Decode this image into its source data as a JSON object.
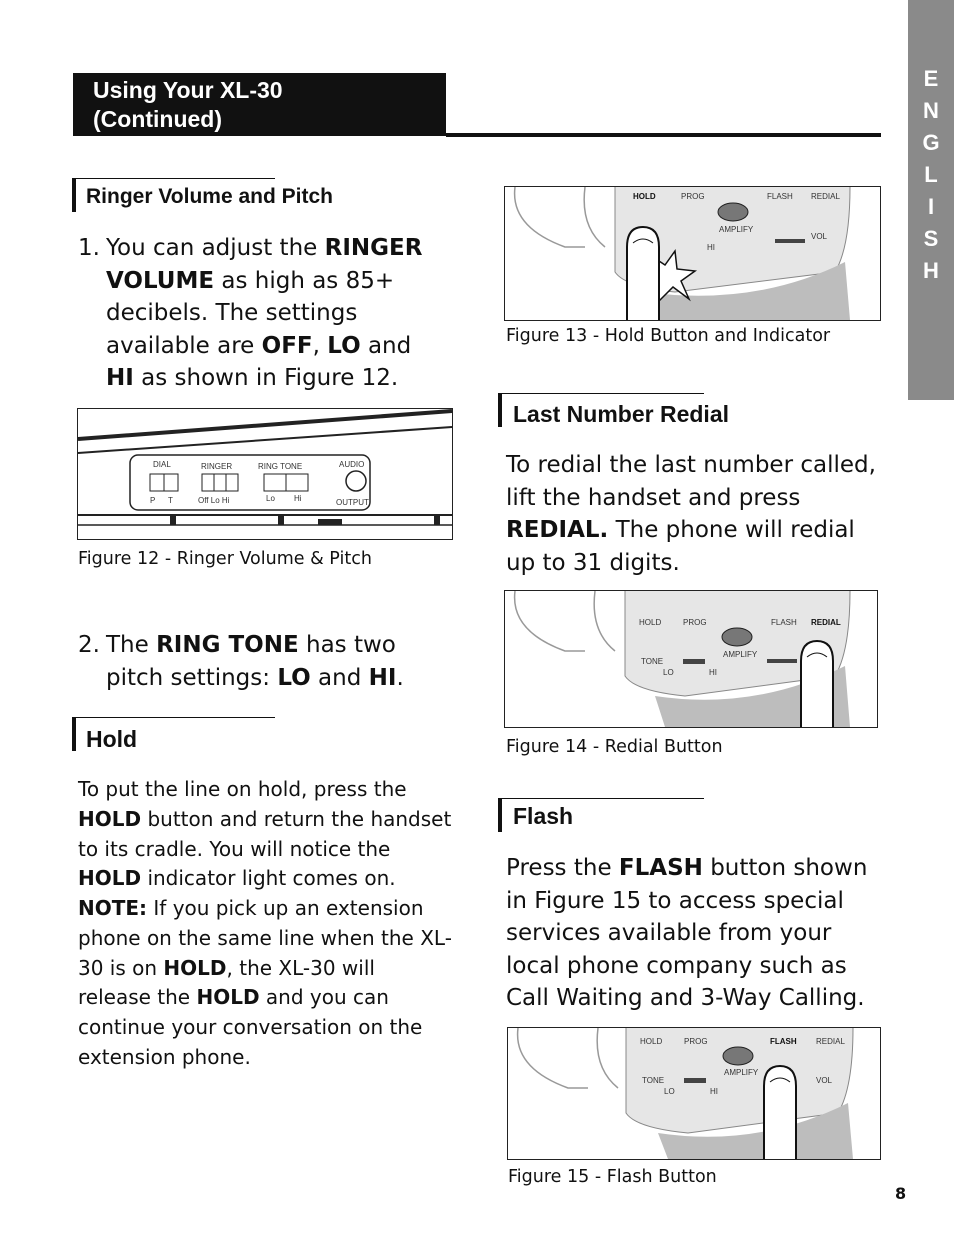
{
  "header": {
    "title_line1": "Using Your XL-30",
    "title_line2": "(Continued)"
  },
  "side_tab": {
    "letters": [
      "E",
      "N",
      "G",
      "L",
      "I",
      "S",
      "H"
    ]
  },
  "ringer_section": {
    "heading": "Ringer Volume and Pitch",
    "item1": {
      "number": "1.",
      "t1": "You can adjust the ",
      "b1": "RINGER VOLUME",
      "t2": " as high as 85+ decibels. The settings available are ",
      "b2": "OFF",
      "t3": ", ",
      "b3": "LO",
      "t4": " and ",
      "b4": "HI",
      "t5": " as shown in Figure 12."
    },
    "item2": {
      "number": "2.",
      "t1": "The ",
      "b1": "RING TONE",
      "t2": " has two pitch settings: ",
      "b2": "LO",
      "t3": " and ",
      "b3": "HI",
      "t4": "."
    }
  },
  "figure12": {
    "caption": "Figure 12 - Ringer Volume & Pitch",
    "labels": {
      "dial": "DIAL",
      "dial_p": "P",
      "dial_t": "T",
      "ringer": "RINGER",
      "ringer_opts": "Off Lo Hi",
      "ring_tone": "RING TONE",
      "rt_lo": "Lo",
      "rt_hi": "Hi",
      "audio": "AUDIO",
      "output": "OUTPUT"
    }
  },
  "hold_section": {
    "heading": "Hold",
    "p_t1": "To put the line on hold, press the ",
    "p_b1": "HOLD",
    "p_t2": " button and return the handset to its cradle. You will notice the ",
    "p_b2": "HOLD",
    "p_t3": " indicator light comes on.",
    "note_b": "NOTE:",
    "note_t1": " If you pick up an extension phone on the same line when the XL-30 is on ",
    "note_b2": "HOLD",
    "note_t2": ", the XL-30 will release the ",
    "note_b3": "HOLD",
    "note_t3": " and you can continue your conversation on the extension phone."
  },
  "figure13": {
    "caption": "Figure 13 - Hold Button and Indicator",
    "labels": {
      "hold": "HOLD",
      "prog": "PROG",
      "flash": "FLASH",
      "redial": "REDIAL",
      "amplify": "AMPLIFY",
      "hi": "HI",
      "vol": "VOL"
    }
  },
  "redial_section": {
    "heading": "Last Number Redial",
    "t1": "To redial the last number called, lift the handset and press ",
    "b1": "REDIAL.",
    "t2": " The phone will redial up to 31 digits."
  },
  "figure14": {
    "caption": "Figure 14 - Redial Button",
    "labels": {
      "hold": "HOLD",
      "prog": "PROG",
      "flash": "FLASH",
      "redial": "REDIAL",
      "amplify": "AMPLIFY",
      "tone": "TONE",
      "lo": "LO",
      "hi": "HI"
    }
  },
  "flash_section": {
    "heading": "Flash",
    "t1": "Press the ",
    "b1": "FLASH",
    "t2": " button shown in Figure 15 to access special services available from your local phone company such as Call Waiting and 3-Way Calling."
  },
  "figure15": {
    "caption": "Figure 15 - Flash Button",
    "labels": {
      "hold": "HOLD",
      "prog": "PROG",
      "flash": "FLASH",
      "redial": "REDIAL",
      "amplify": "AMPLIFY",
      "tone": "TONE",
      "lo": "LO",
      "hi": "HI",
      "vol": "VOL"
    }
  },
  "page_number": "8"
}
